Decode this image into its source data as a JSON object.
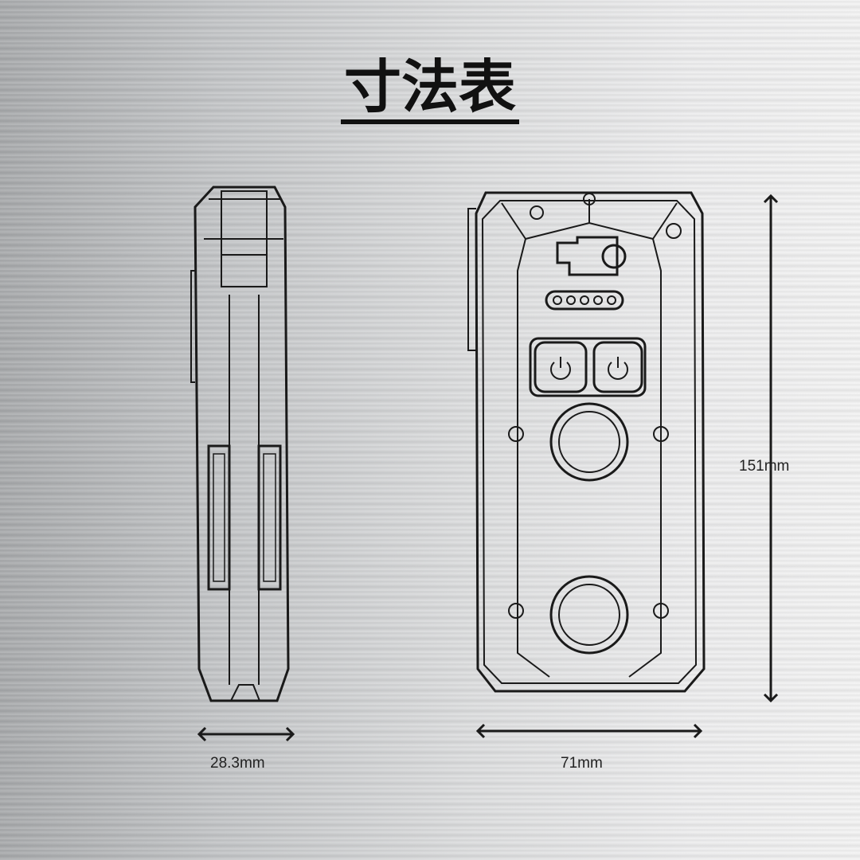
{
  "title": "寸法表",
  "dimensions": {
    "depth": "28.3mm",
    "width": "71mm",
    "height": "151mm"
  }
}
